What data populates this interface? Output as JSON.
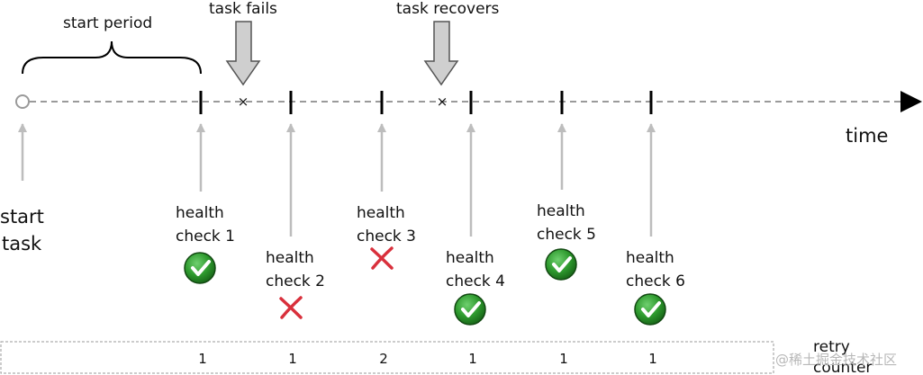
{
  "labels": {
    "start_period": "start period",
    "task_fails": "task fails",
    "task_recovers": "task recovers",
    "time": "time",
    "start_line1": "start",
    "start_line2": "task",
    "health_word": "health",
    "retry_line1": "retry",
    "retry_line2": "counter"
  },
  "checks": [
    {
      "label": "check 1",
      "result": "pass",
      "retry": "1"
    },
    {
      "label": "check 2",
      "result": "fail",
      "retry": "1"
    },
    {
      "label": "check 3",
      "result": "fail",
      "retry": "2"
    },
    {
      "label": "check 4",
      "result": "pass",
      "retry": "1"
    },
    {
      "label": "check 5",
      "result": "pass",
      "retry": "1"
    },
    {
      "label": "check 6",
      "result": "pass",
      "retry": "1"
    }
  ],
  "colors": {
    "pass": "#2e9a2e",
    "fail": "#d9303c",
    "timeline": "#9a9a9a",
    "pointer": "#bdbdbd"
  },
  "icons": {
    "pass": "check-circle-icon",
    "fail": "cross-icon",
    "event": "x-mark-icon",
    "start": "hollow-circle-icon"
  },
  "watermark": "@稀土掘金技术社区"
}
